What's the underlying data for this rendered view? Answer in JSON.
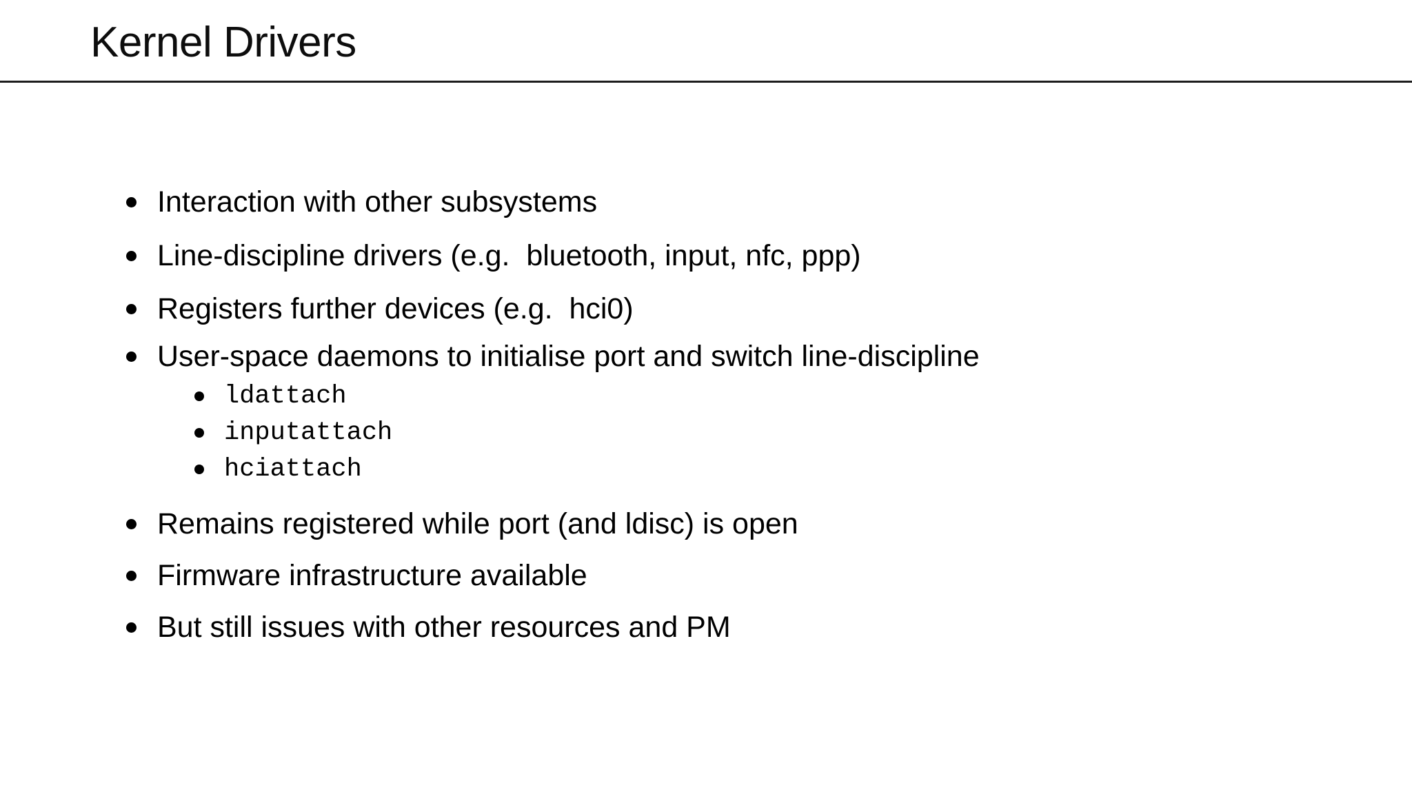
{
  "slide": {
    "title": "Kernel Drivers",
    "bullets": [
      {
        "text": "Interaction with other subsystems"
      },
      {
        "text": "Line-discipline drivers (e.g.  bluetooth, input, nfc, ppp)"
      },
      {
        "text": "Registers further devices (e.g.  hci0)"
      },
      {
        "text": "User-space daemons to initialise port and switch line-discipline",
        "sub": [
          "ldattach",
          "inputattach",
          "hciattach"
        ]
      },
      {
        "text": "Remains registered while port (and ldisc) is open"
      },
      {
        "text": "Firmware infrastructure available"
      },
      {
        "text": "But still issues with other resources and PM"
      }
    ]
  }
}
